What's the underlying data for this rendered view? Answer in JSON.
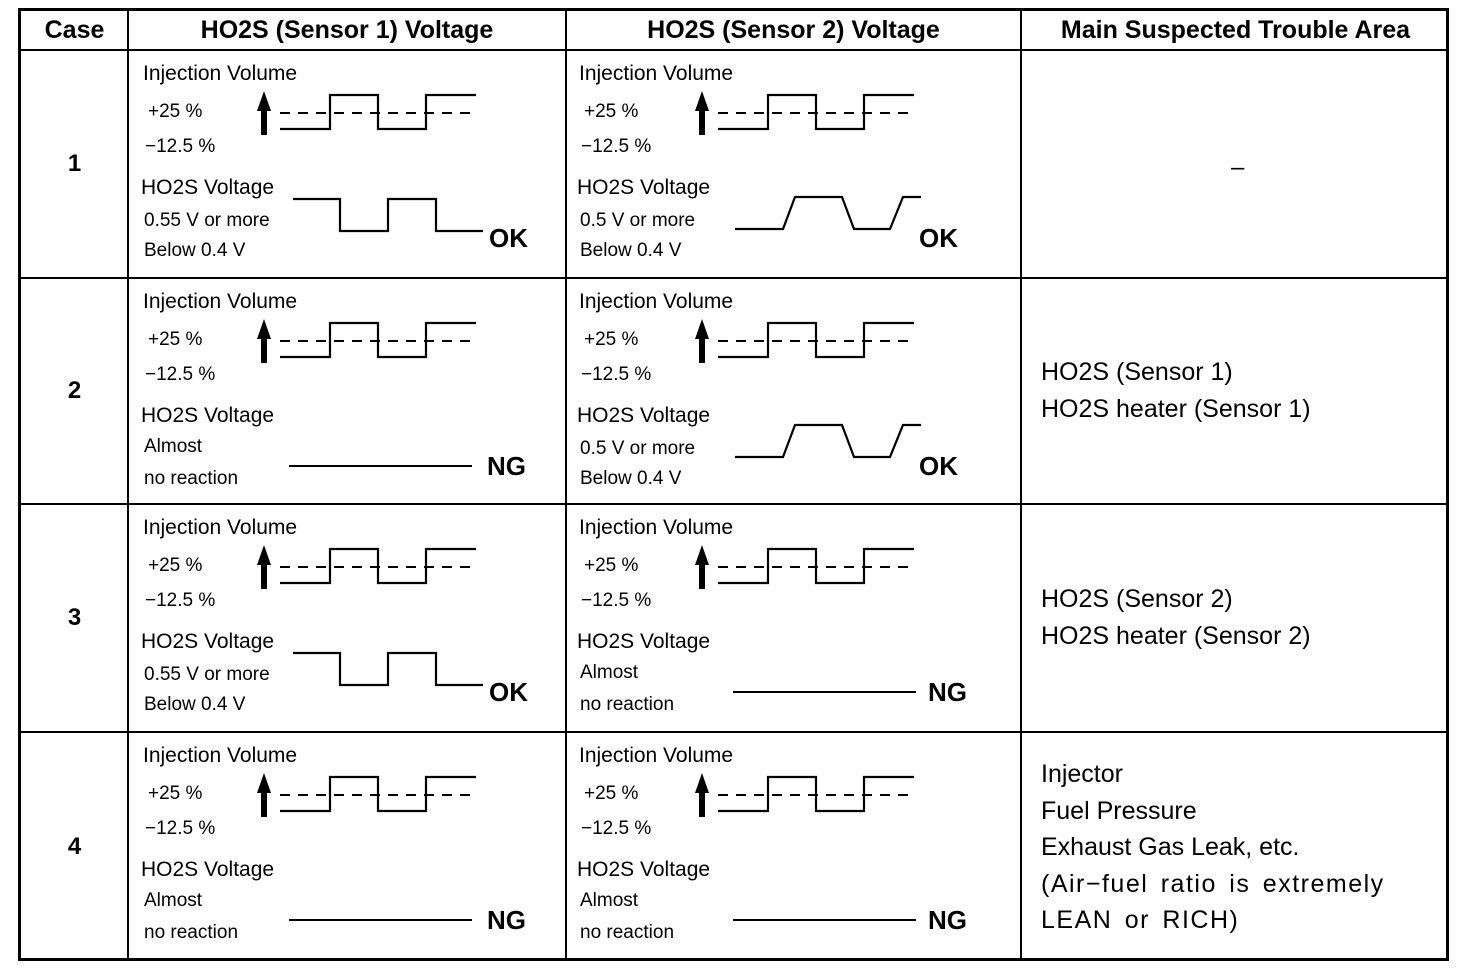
{
  "header": {
    "case": "Case",
    "sensor1": "HO2S (Sensor 1) Voltage",
    "sensor2": "HO2S (Sensor 2) Voltage",
    "area": "Main Suspected Trouble Area"
  },
  "rows": [
    {
      "case": "1",
      "s1": {
        "inj_title": "Injection Volume",
        "inj_high": "+25 %",
        "inj_low": "−12.5 %",
        "v_title": "HO2S Voltage",
        "v_line1": "0.55 V or more",
        "v_line2": "Below 0.4 V",
        "result": "OK",
        "wave": "square"
      },
      "s2": {
        "inj_title": "Injection Volume",
        "inj_high": "+25 %",
        "inj_low": "−12.5 %",
        "v_title": "HO2S Voltage",
        "v_line1": "0.5 V or more",
        "v_line2": "Below 0.4 V",
        "result": "OK",
        "wave": "trapezoid"
      },
      "area": [
        "–"
      ]
    },
    {
      "case": "2",
      "s1": {
        "inj_title": "Injection Volume",
        "inj_high": "+25 %",
        "inj_low": "−12.5 %",
        "v_title": "HO2S Voltage",
        "v_line1": "Almost",
        "v_line2": "no reaction",
        "result": "NG",
        "wave": "flat"
      },
      "s2": {
        "inj_title": "Injection Volume",
        "inj_high": "+25 %",
        "inj_low": "−12.5 %",
        "v_title": "HO2S Voltage",
        "v_line1": "0.5 V or more",
        "v_line2": "Below 0.4 V",
        "result": "OK",
        "wave": "trapezoid"
      },
      "area": [
        "HO2S (Sensor 1)",
        "HO2S heater (Sensor 1)"
      ]
    },
    {
      "case": "3",
      "s1": {
        "inj_title": "Injection Volume",
        "inj_high": "+25 %",
        "inj_low": "−12.5 %",
        "v_title": "HO2S Voltage",
        "v_line1": "0.55 V or more",
        "v_line2": "Below 0.4 V",
        "result": "OK",
        "wave": "square"
      },
      "s2": {
        "inj_title": "Injection Volume",
        "inj_high": "+25 %",
        "inj_low": "−12.5 %",
        "v_title": "HO2S Voltage",
        "v_line1": "Almost",
        "v_line2": "no reaction",
        "result": "NG",
        "wave": "flat"
      },
      "area": [
        "HO2S (Sensor 2)",
        "HO2S heater (Sensor 2)"
      ]
    },
    {
      "case": "4",
      "s1": {
        "inj_title": "Injection Volume",
        "inj_high": "+25 %",
        "inj_low": "−12.5 %",
        "v_title": "HO2S Voltage",
        "v_line1": "Almost",
        "v_line2": "no reaction",
        "result": "NG",
        "wave": "flat"
      },
      "s2": {
        "inj_title": "Injection Volume",
        "inj_high": "+25 %",
        "inj_low": "−12.5 %",
        "v_title": "HO2S Voltage",
        "v_line1": "Almost",
        "v_line2": "no reaction",
        "result": "NG",
        "wave": "flat"
      },
      "area": [
        "Injector",
        "Fuel Pressure",
        "Exhaust Gas Leak, etc.",
        "(Air−fuel ratio is extremely",
        "LEAN or RICH)"
      ]
    }
  ]
}
